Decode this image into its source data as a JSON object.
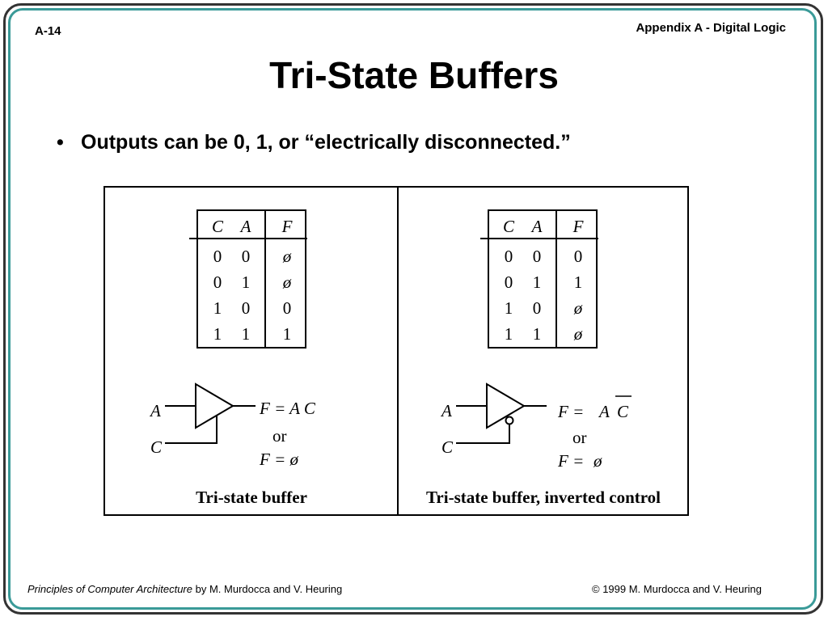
{
  "header": {
    "page_number": "A-14",
    "chapter": "Appendix A - Digital Logic"
  },
  "title": "Tri-State Buffers",
  "bullets": [
    "Outputs can be 0, 1, or “electrically disconnected.”"
  ],
  "diagram": {
    "left": {
      "table": {
        "headers": [
          "C",
          "A",
          "F"
        ],
        "rows": [
          [
            "0",
            "0",
            "ø"
          ],
          [
            "0",
            "1",
            "ø"
          ],
          [
            "1",
            "0",
            "0"
          ],
          [
            "1",
            "1",
            "1"
          ]
        ]
      },
      "input_a": "A",
      "input_c": "C",
      "equation": "F = A C",
      "or_text": "or",
      "equation_alt": "F = ø",
      "caption": "Tri-state buffer"
    },
    "right": {
      "table": {
        "headers": [
          "C",
          "A",
          "F"
        ],
        "rows": [
          [
            "0",
            "0",
            "0"
          ],
          [
            "0",
            "1",
            "1"
          ],
          [
            "1",
            "0",
            "ø"
          ],
          [
            "1",
            "1",
            "ø"
          ]
        ]
      },
      "input_a": "A",
      "input_c": "C",
      "eq_lhs": "F =",
      "eq_a": "A",
      "eq_c": "C",
      "or_text": "or",
      "eq_alt_lhs": "F =",
      "eq_alt_rhs": "ø",
      "caption": "Tri-state buffer, inverted control"
    }
  },
  "footer": {
    "book_title": "Principles of Computer Architecture",
    "authors": " by M. Murdocca and V. Heuring",
    "copyright": "© 1999 M. Murdocca and V. Heuring"
  }
}
